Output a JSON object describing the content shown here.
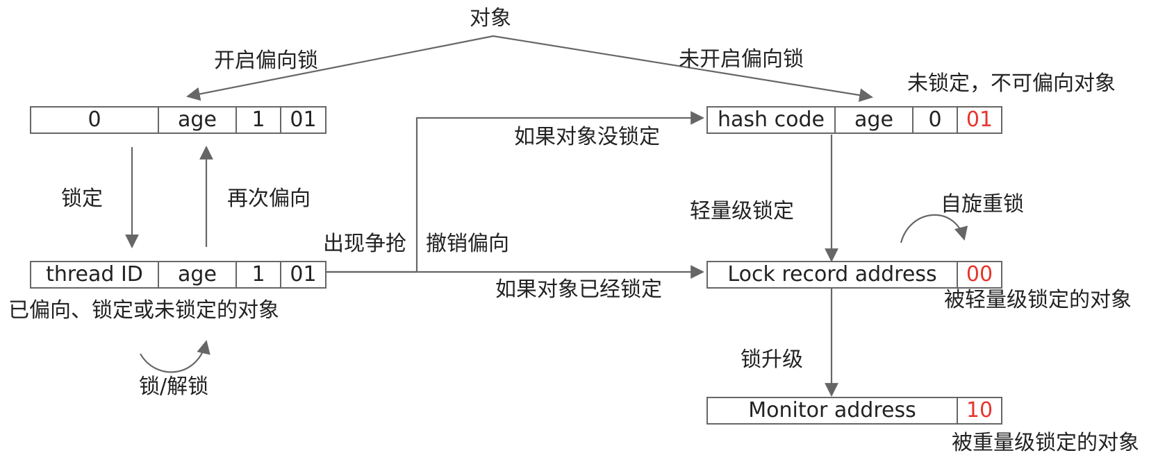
{
  "root_label": "对象",
  "branch_biased_label": "开启偏向锁",
  "branch_unbiased_label": "未开启偏向锁",
  "unlocked_caption": "未锁定，不可偏向对象",
  "biasable_row": [
    "0",
    "age",
    "1",
    "01"
  ],
  "biased_row": [
    "thread ID",
    "age",
    "1",
    "01"
  ],
  "unlocked_row": [
    "hash code",
    "age",
    "0",
    "01"
  ],
  "lightweight_row": [
    "Lock record address",
    "00"
  ],
  "heavyweight_row": [
    "Monitor address",
    "10"
  ],
  "lock_label": "锁定",
  "rebias_label": "再次偏向",
  "biased_caption": "已偏向、锁定或未锁定的对象",
  "lock_unlock_label": "锁/解锁",
  "contention_label": "出现争抢",
  "revoke_bias_label": "撤销偏向",
  "if_not_locked_label": "如果对象没锁定",
  "if_locked_label": "如果对象已经锁定",
  "lightweight_lock_label": "轻量级锁定",
  "spin_label": "自旋重锁",
  "lightweight_caption": "被轻量级锁定的对象",
  "upgrade_label": "锁升级",
  "heavyweight_caption": "被重量级锁定的对象",
  "colors": {
    "line": "#666666",
    "text": "#222222",
    "flag_red": "#e8332d"
  }
}
